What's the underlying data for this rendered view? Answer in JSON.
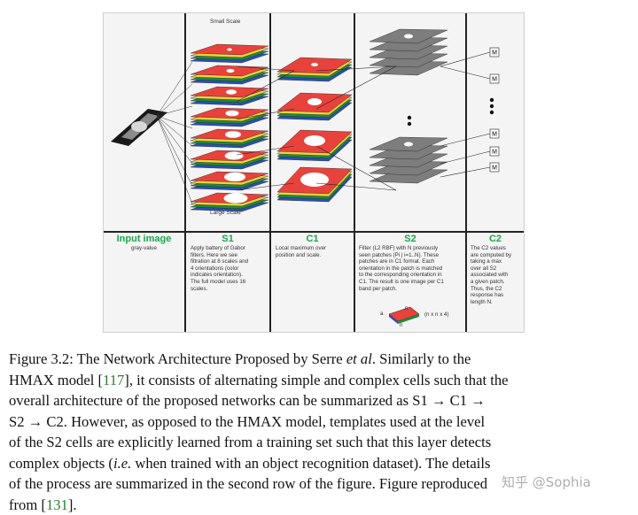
{
  "figure": {
    "small_scale_label": "Small Scale",
    "large_scale_label": "Large Scale",
    "colors": {
      "green_title": "#1aa64a",
      "red_layer": "#e8423c",
      "gray_layer": "#7d7d7d"
    },
    "columns": [
      {
        "title": "Input image",
        "desc": "gray-value"
      },
      {
        "title": "S1",
        "desc": "Apply battery of Gabor\nfilters. Here we see\nfiltration at 8 scales and\n4 orientations (color\nindicates orientation).\nThe full model uses 16\nscales."
      },
      {
        "title": "C1",
        "desc": "Local maximum over\nposition and scale."
      },
      {
        "title": "S2",
        "desc": "Filter (L2 RBF) with N previously\nseen patches (Pi | i=1..N). These\npatches are in C1 format. Each\norientation in the patch is matched\nto the corresponding orientation in\nC1. The result is one image per C1\nband per patch."
      },
      {
        "title": "C2",
        "desc": "The C2 values\nare computed by\ntaking a max\nover all S2\nassociated with\na given patch.\nThus, the C2\nresponse has\nlength N."
      }
    ],
    "patch_label": "(n x n x 4)",
    "patch_n_label": "n",
    "patch_a_label": "a",
    "m_label": "M"
  },
  "caption": {
    "l1a": "Figure 3.2: The Network Architecture Proposed by Serre ",
    "l1b": "et al",
    "l1c": ". Similarly to the",
    "l2a": "HMAX model [",
    "l2b": "117",
    "l2c": "], it consists of alternating simple and complex cells such that the",
    "l3": "overall architecture of the proposed networks can be summarized as S1 → C1 →",
    "l4": "S2 → C2. However, as opposed to the HMAX model, templates used at the level",
    "l5": "of the S2 cells are explicitly learned from a training set such that this layer detects",
    "l6a": "complex objects (",
    "l6b": "i.e.",
    "l6c": " when trained with an object recognition dataset). The details",
    "l7": "of the process are summarized in the second row of the figure. Figure reproduced",
    "l8a": "from [",
    "l8b": "131",
    "l8c": "]."
  },
  "watermark": "知乎 @Sophia"
}
